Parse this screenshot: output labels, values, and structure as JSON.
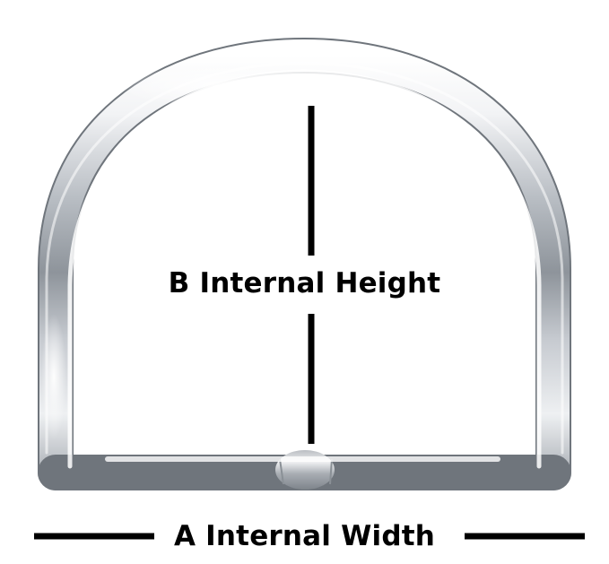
{
  "diagram": {
    "title_alt": "D-ring dimension diagram",
    "object_name": "d-ring",
    "material_color": "#c9ccd0",
    "line_color": "#000000",
    "background_color": "#ffffff",
    "labels": {
      "internal_height": "B Internal Height",
      "internal_width": "A Internal Width"
    },
    "measurements": [
      {
        "key": "B",
        "name": "Internal Height",
        "orientation": "vertical",
        "label": "B Internal Height"
      },
      {
        "key": "A",
        "name": "Internal Width",
        "orientation": "horizontal",
        "label": "A Internal Width"
      }
    ]
  }
}
